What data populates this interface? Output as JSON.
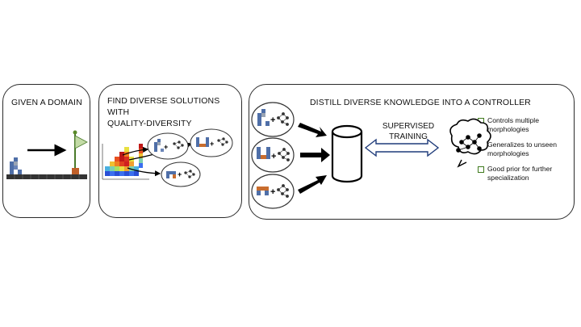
{
  "panels": [
    {
      "title": "GIVEN A DOMAIN"
    },
    {
      "title": "FIND DIVERSE SOLUTIONS WITH\nQUALITY-DIVERSITY"
    },
    {
      "title": "DISTILL DIVERSE KNOWLEDGE INTO A CONTROLLER"
    }
  ],
  "supervised_label": "SUPERVISED\nTRAINING",
  "bullets": [
    "Controls multiple morphologies",
    "Generalizes to unseen morphologies",
    "Good prior for further specialization"
  ],
  "colors": {
    "border": "#2b2b2b",
    "bullet_square": "#3f7a1d",
    "flag": "#8fbf5a",
    "flag_base": "#c0602a",
    "robot_blue": "#4f6fa8",
    "robot_orange": "#c86d2e"
  },
  "icons": [
    "robot-icon",
    "plus-icon",
    "neural-network-icon",
    "database-icon",
    "double-arrow-icon",
    "brain-icon",
    "flag-icon"
  ]
}
